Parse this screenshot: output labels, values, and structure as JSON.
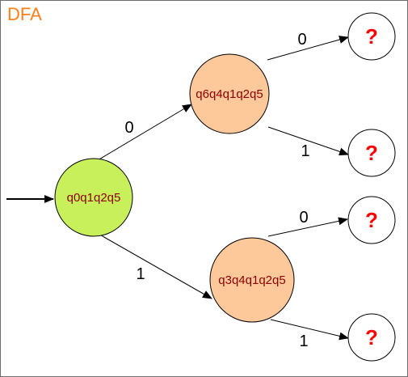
{
  "title": "DFA",
  "states": {
    "start": "q0q1q2q5",
    "upper": "q6q4q1q2q5",
    "lower": "q3q4q1q2q5",
    "unknown": "?"
  },
  "edges": {
    "start_to_upper": "0",
    "start_to_lower": "1",
    "upper_to_top": "0",
    "upper_to_second": "1",
    "lower_to_third": "0",
    "lower_to_bottom": "1"
  },
  "colors": {
    "start_fill": "#c8f05a",
    "intermediate_fill": "#fdc99b",
    "unknown_fill": "#ffffff",
    "title": "#ff7f17",
    "state_text": "#8b0000",
    "unknown_text": "#ff0000"
  }
}
